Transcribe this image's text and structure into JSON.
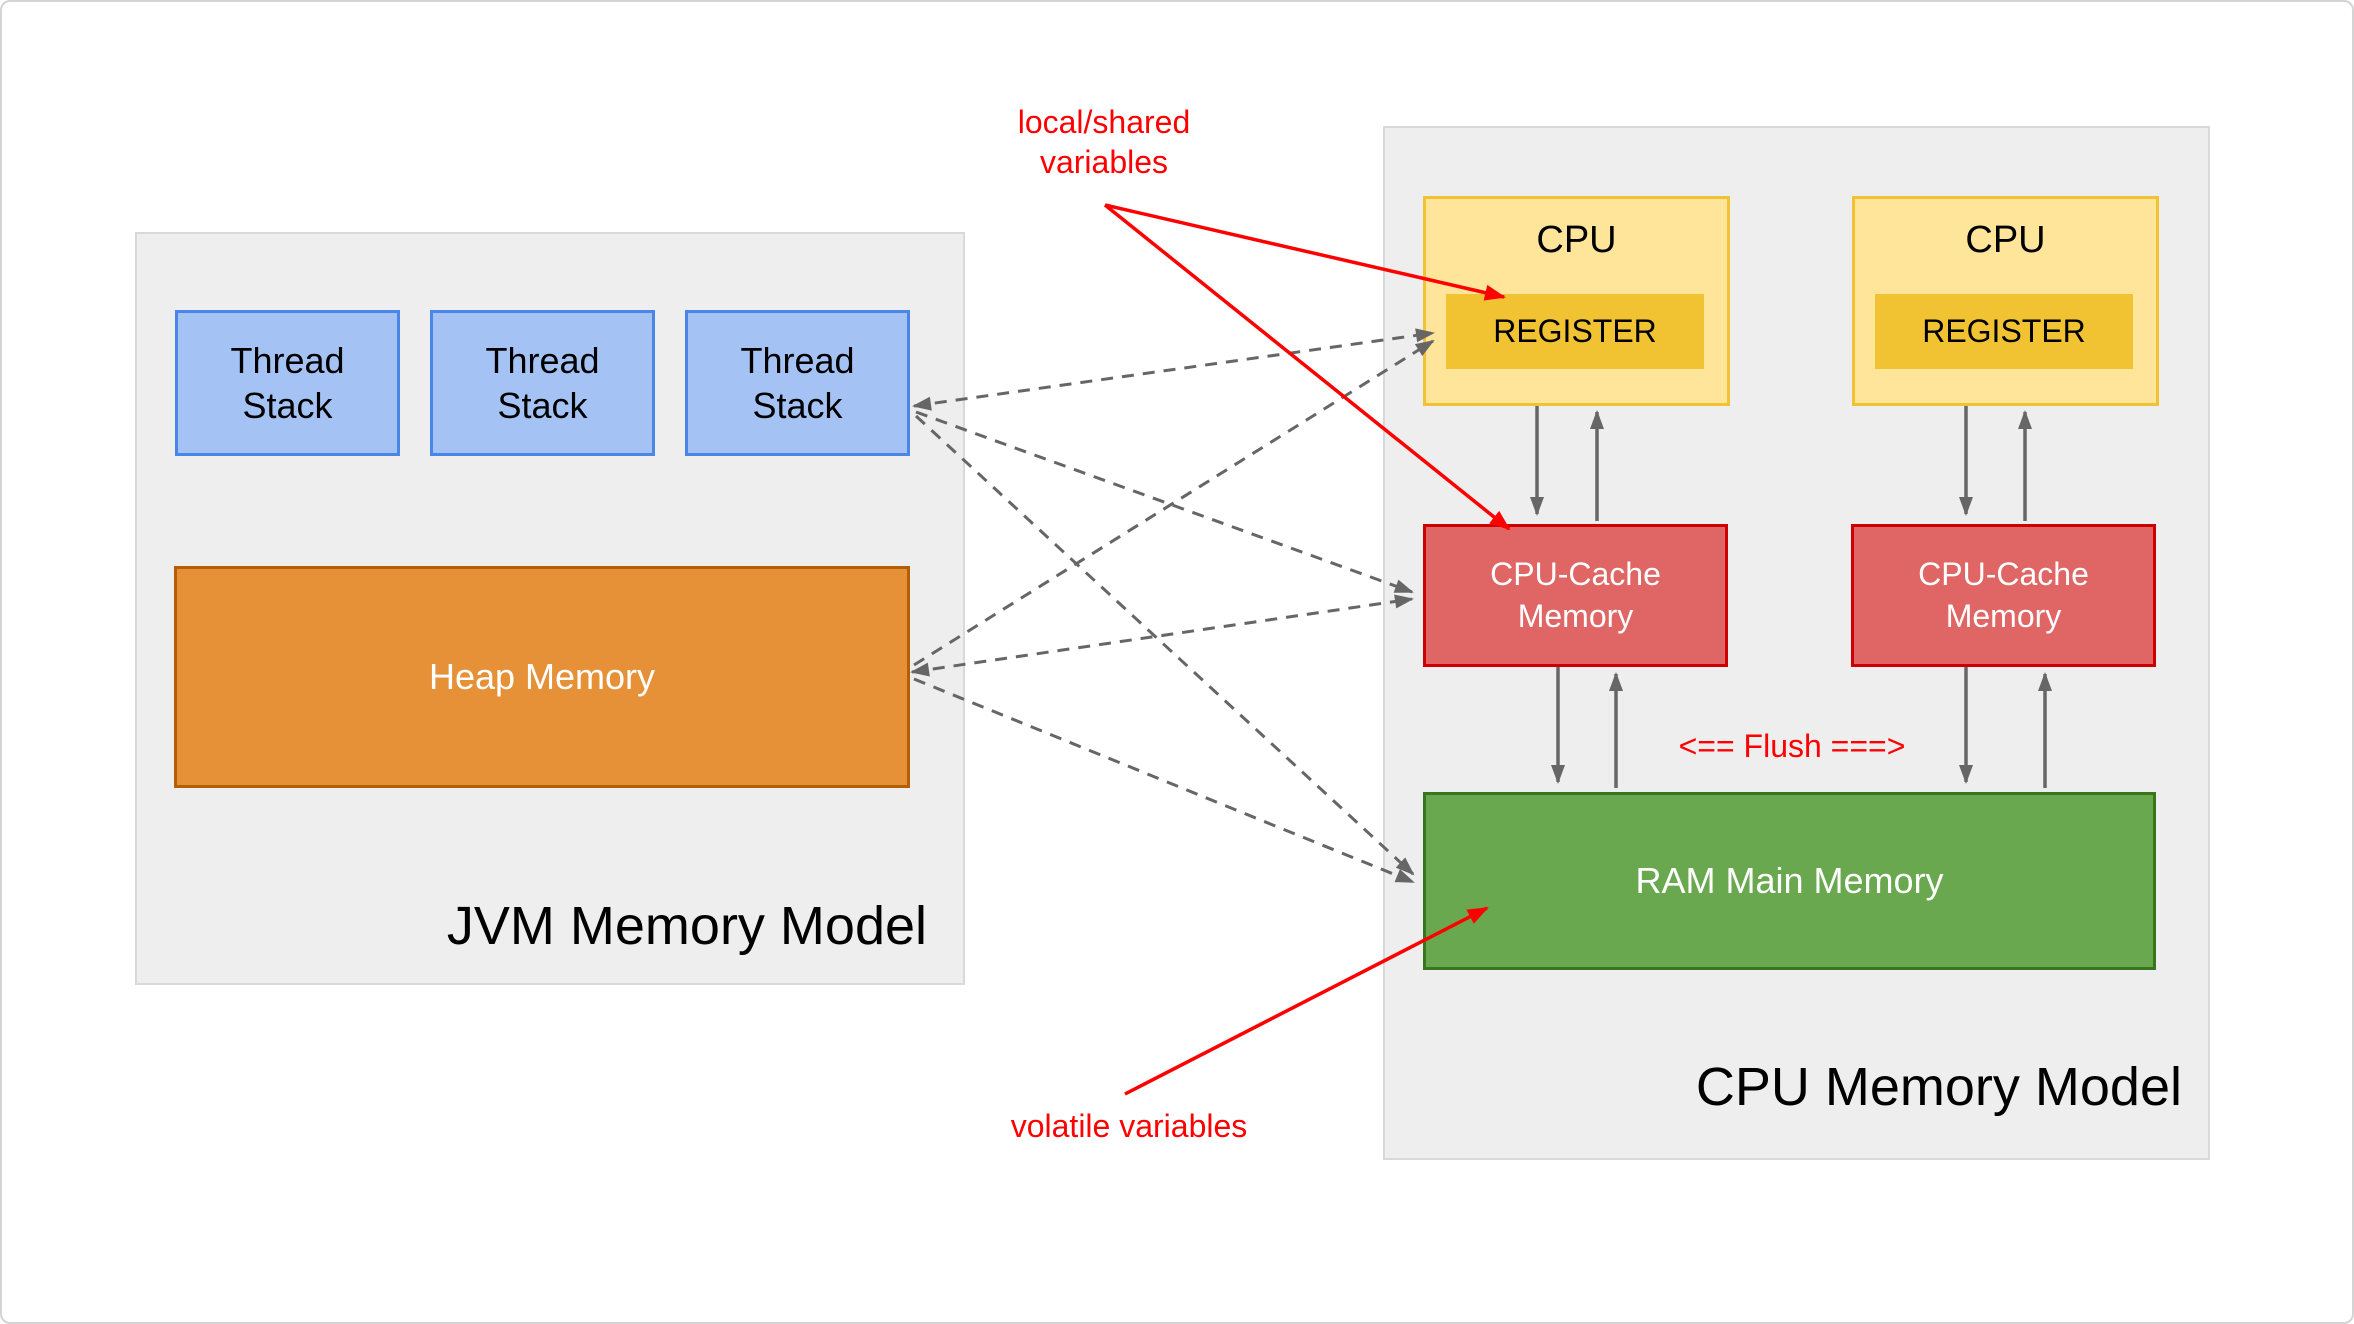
{
  "jvm_model": {
    "title": "JVM Memory Model",
    "thread_stacks": [
      {
        "label": "Thread\nStack"
      },
      {
        "label": "Thread\nStack"
      },
      {
        "label": "Thread\nStack"
      }
    ],
    "heap": {
      "label": "Heap Memory"
    }
  },
  "cpu_model": {
    "title": "CPU Memory Model",
    "cpus": [
      {
        "label": "CPU",
        "register_label": "REGISTER"
      },
      {
        "label": "CPU",
        "register_label": "REGISTER"
      }
    ],
    "caches": [
      {
        "label": "CPU-Cache\nMemory"
      },
      {
        "label": "CPU-Cache\nMemory"
      }
    ],
    "ram": {
      "label": "RAM Main Memory"
    },
    "flush_label": "<== Flush ===>"
  },
  "annotations": {
    "local_shared": "local/shared\nvariables",
    "volatile": "volatile variables"
  },
  "colors": {
    "canvas_border": "#d4d4d4",
    "container_fill": "#eeeeee",
    "container_border": "#d9d9d9",
    "thread_stack_fill": "#a4c2f4",
    "thread_stack_border": "#4a86e8",
    "heap_fill": "#e69138",
    "heap_border": "#b45f06",
    "cpu_fill": "#ffe599",
    "cpu_border": "#f1c232",
    "register_fill": "#f1c232",
    "cache_fill": "#e06666",
    "cache_border": "#cc0000",
    "ram_fill": "#6aa84f",
    "ram_border": "#38761d",
    "arrow_gray": "#666666",
    "annotation_red": "#ff0000"
  }
}
